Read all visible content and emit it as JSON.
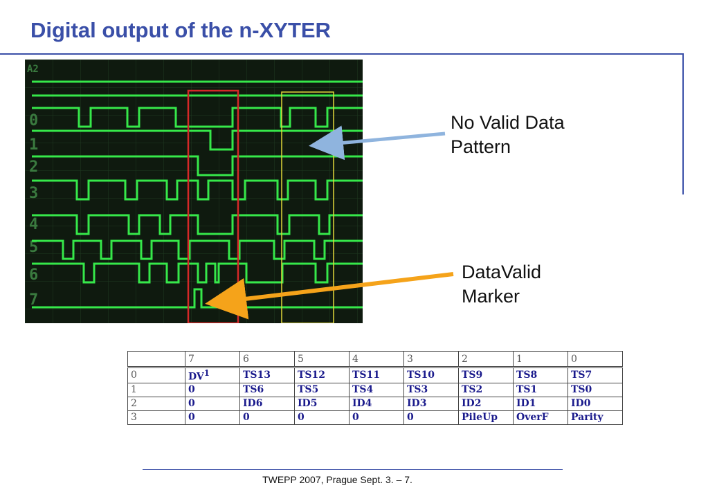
{
  "slide": {
    "title": "Digital output of the n-XYTER",
    "footer": "TWEPP 2007, Prague Sept. 3. – 7."
  },
  "scope": {
    "channel_labels": [
      "A2",
      "0",
      "1",
      "2",
      "3",
      "4",
      "5",
      "6",
      "7"
    ],
    "colors": {
      "trace": "#36e84a",
      "red_box": "#d62828",
      "yellow_box": "#e0d83a"
    }
  },
  "callouts": {
    "no_valid_line1": "No Valid Data",
    "no_valid_line2": "Pattern",
    "datavalid_line1": "DataValid",
    "datavalid_line2": "Marker",
    "colors": {
      "blue_arrow": "#8fb4de",
      "orange_arrow": "#f5a31a"
    }
  },
  "bit_table": {
    "headers": [
      "",
      "7",
      "6",
      "5",
      "4",
      "3",
      "2",
      "1",
      "0"
    ],
    "rows": [
      {
        "label": "0",
        "cells": [
          "DV",
          "TS13",
          "TS12",
          "TS11",
          "TS10",
          "TS9",
          "TS8",
          "TS7"
        ],
        "dv_sup": "1"
      },
      {
        "label": "1",
        "cells": [
          "0",
          "TS6",
          "TS5",
          "TS4",
          "TS3",
          "TS2",
          "TS1",
          "TS0"
        ]
      },
      {
        "label": "2",
        "cells": [
          "0",
          "ID6",
          "ID5",
          "ID4",
          "ID3",
          "ID2",
          "ID1",
          "ID0"
        ]
      },
      {
        "label": "3",
        "cells": [
          "0",
          "0",
          "0",
          "0",
          "0",
          "PileUp",
          "OverF",
          "Parity"
        ]
      }
    ]
  }
}
